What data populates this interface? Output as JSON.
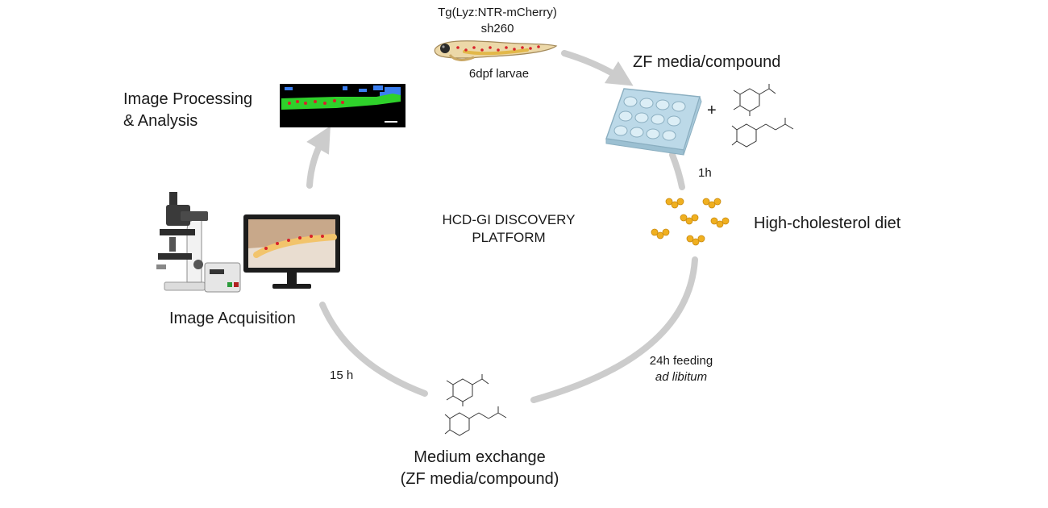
{
  "center_title": {
    "line1": "HCD-GI DISCOVERY",
    "line2": "PLATFORM"
  },
  "larvae": {
    "line1": "Tg(Lyz:NTR-mCherry)",
    "line2": "sh260",
    "stage": "6dpf larvae"
  },
  "zf_media": {
    "label": "ZF media/compound",
    "plus": "+"
  },
  "time_1h": "1h",
  "diet": {
    "label": "High-cholesterol diet"
  },
  "feeding": {
    "line1": "24h feeding",
    "line2": "ad libitum"
  },
  "medium_exchange": {
    "line1": "Medium exchange",
    "line2": "(ZF media/compound)"
  },
  "time_15h": "15 h",
  "acquisition": {
    "label": "Image Acquisition"
  },
  "processing": {
    "line1": "Image Processing",
    "line2": "& Analysis"
  },
  "colors": {
    "cycle_arrow": "#cccccc",
    "plate": "#bcd9e8",
    "well": "#dceef6",
    "cholesterol": "#f0b020",
    "monitor": "#1c1c1c",
    "fish_red": "#d8232a",
    "analysis_green": "#2fd12b",
    "analysis_blue": "#3b7ff0"
  },
  "icons": [
    "zebrafish-larva-icon",
    "well-plate-icon",
    "compound-structure-icon",
    "cholesterol-pellet-icon",
    "microscope-icon",
    "controller-box-icon",
    "monitor-icon",
    "analysis-image-icon"
  ]
}
